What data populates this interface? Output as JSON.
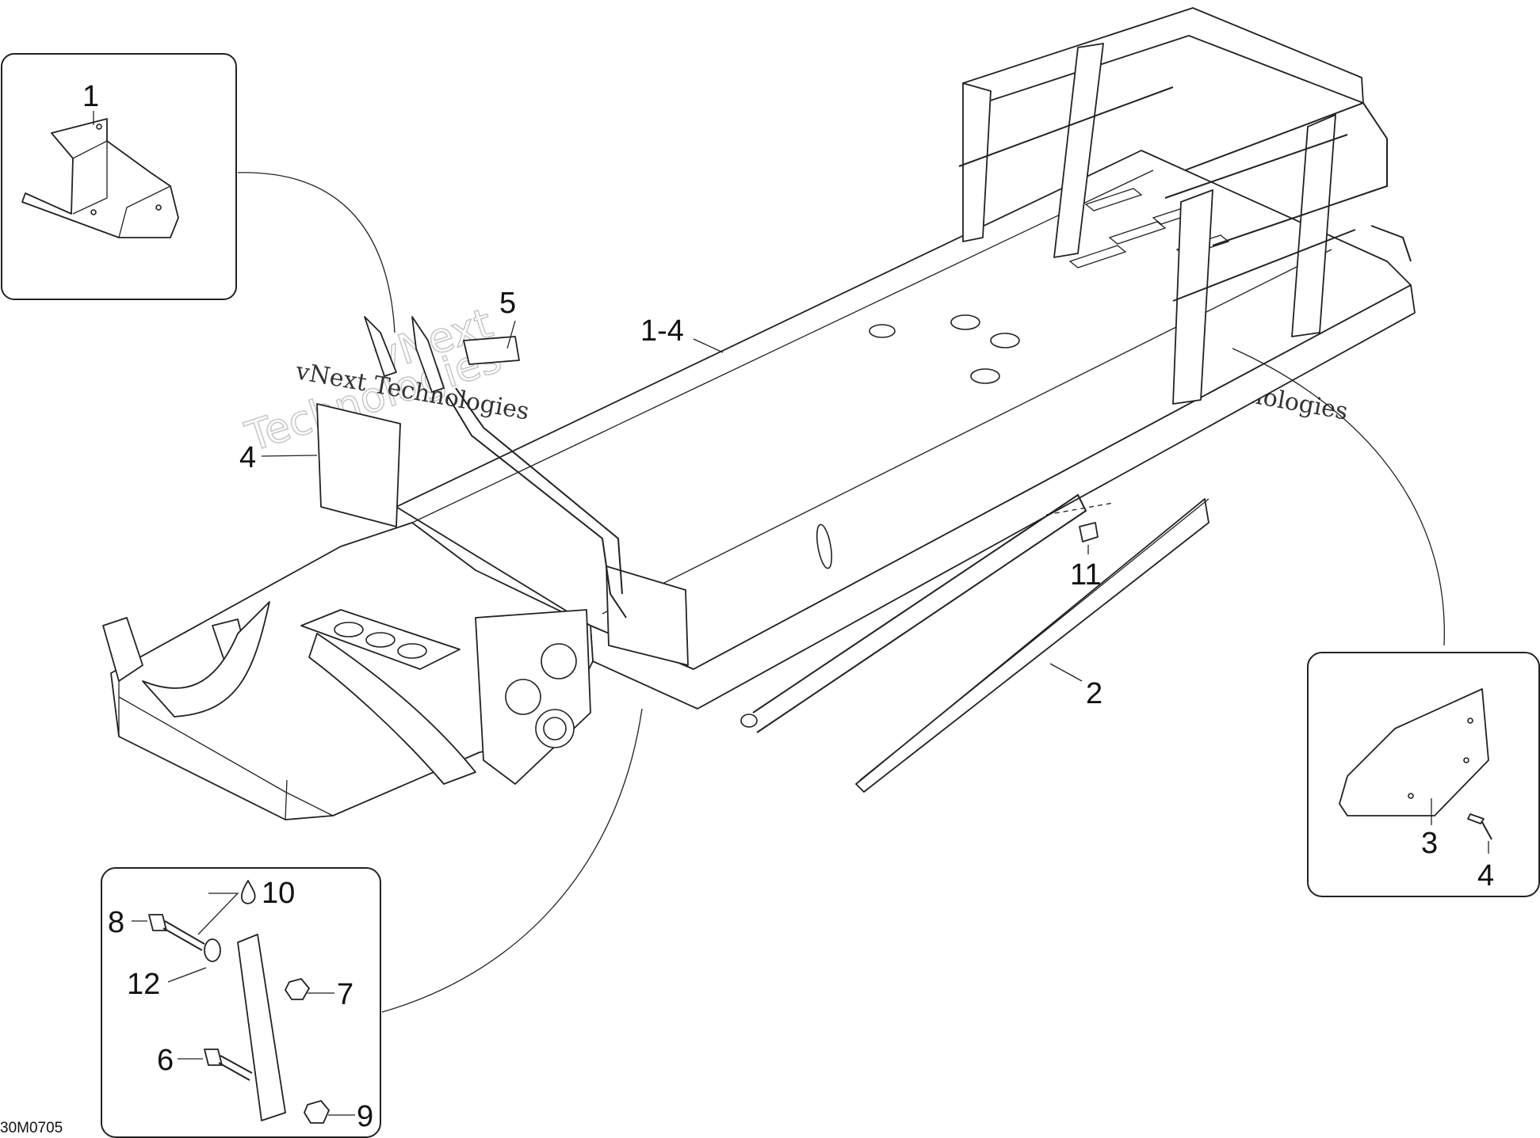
{
  "diagram": {
    "code": "30M0705",
    "watermark": {
      "line1": "vNext Technologies",
      "line2a": "vNext",
      "line2b": "Technologies"
    },
    "callouts": {
      "c1": "1",
      "c1_4": "1-4",
      "c2": "2",
      "c3": "3",
      "c4_top": "4",
      "c4_box": "4",
      "c5": "5",
      "c6": "6",
      "c7": "7",
      "c8": "8",
      "c9": "9",
      "c10": "10",
      "c11": "11",
      "c12": "12"
    }
  }
}
